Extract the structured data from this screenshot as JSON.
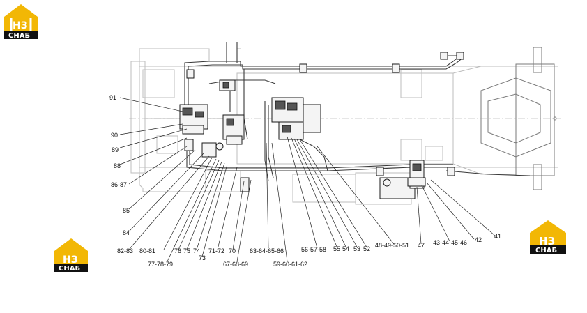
{
  "logos": [
    {
      "id": "top-left",
      "letters": "НЗ",
      "caption": "СНАБ"
    },
    {
      "id": "bottom-left",
      "letters": "НЗ",
      "caption": "СНАБ"
    },
    {
      "id": "bottom-right",
      "letters": "НЗ",
      "caption": "СНАБ"
    }
  ],
  "colors": {
    "logo_yellow": "#f2b705",
    "logo_black": "#111111",
    "line": "#222222"
  },
  "callouts": [
    {
      "id": "91",
      "text": "91"
    },
    {
      "id": "90",
      "text": "90"
    },
    {
      "id": "89",
      "text": "89"
    },
    {
      "id": "88",
      "text": "88"
    },
    {
      "id": "86-87",
      "text": "86-87"
    },
    {
      "id": "85",
      "text": "85"
    },
    {
      "id": "84",
      "text": "84"
    },
    {
      "id": "82-83",
      "text": "82-83"
    },
    {
      "id": "80-81",
      "text": "80-81"
    },
    {
      "id": "77-78-79",
      "text": "77-78-79"
    },
    {
      "id": "76",
      "text": "76"
    },
    {
      "id": "75",
      "text": "75"
    },
    {
      "id": "74",
      "text": "74"
    },
    {
      "id": "73",
      "text": "73"
    },
    {
      "id": "71-72",
      "text": "71-72"
    },
    {
      "id": "70",
      "text": "70"
    },
    {
      "id": "67-68-69",
      "text": "67-68-69"
    },
    {
      "id": "63-64-65-66",
      "text": "63-64-65-66"
    },
    {
      "id": "59-60-61-62",
      "text": "59-60-61-62"
    },
    {
      "id": "56-57-58",
      "text": "56-57-58"
    },
    {
      "id": "55",
      "text": "55"
    },
    {
      "id": "54",
      "text": "54"
    },
    {
      "id": "53",
      "text": "53"
    },
    {
      "id": "52",
      "text": "52"
    },
    {
      "id": "48-49-50-51",
      "text": "48-49-50-51"
    },
    {
      "id": "47",
      "text": "47"
    },
    {
      "id": "43-44-45-46",
      "text": "43-44-45-46"
    },
    {
      "id": "42",
      "text": "42"
    },
    {
      "id": "41",
      "text": "41"
    }
  ]
}
